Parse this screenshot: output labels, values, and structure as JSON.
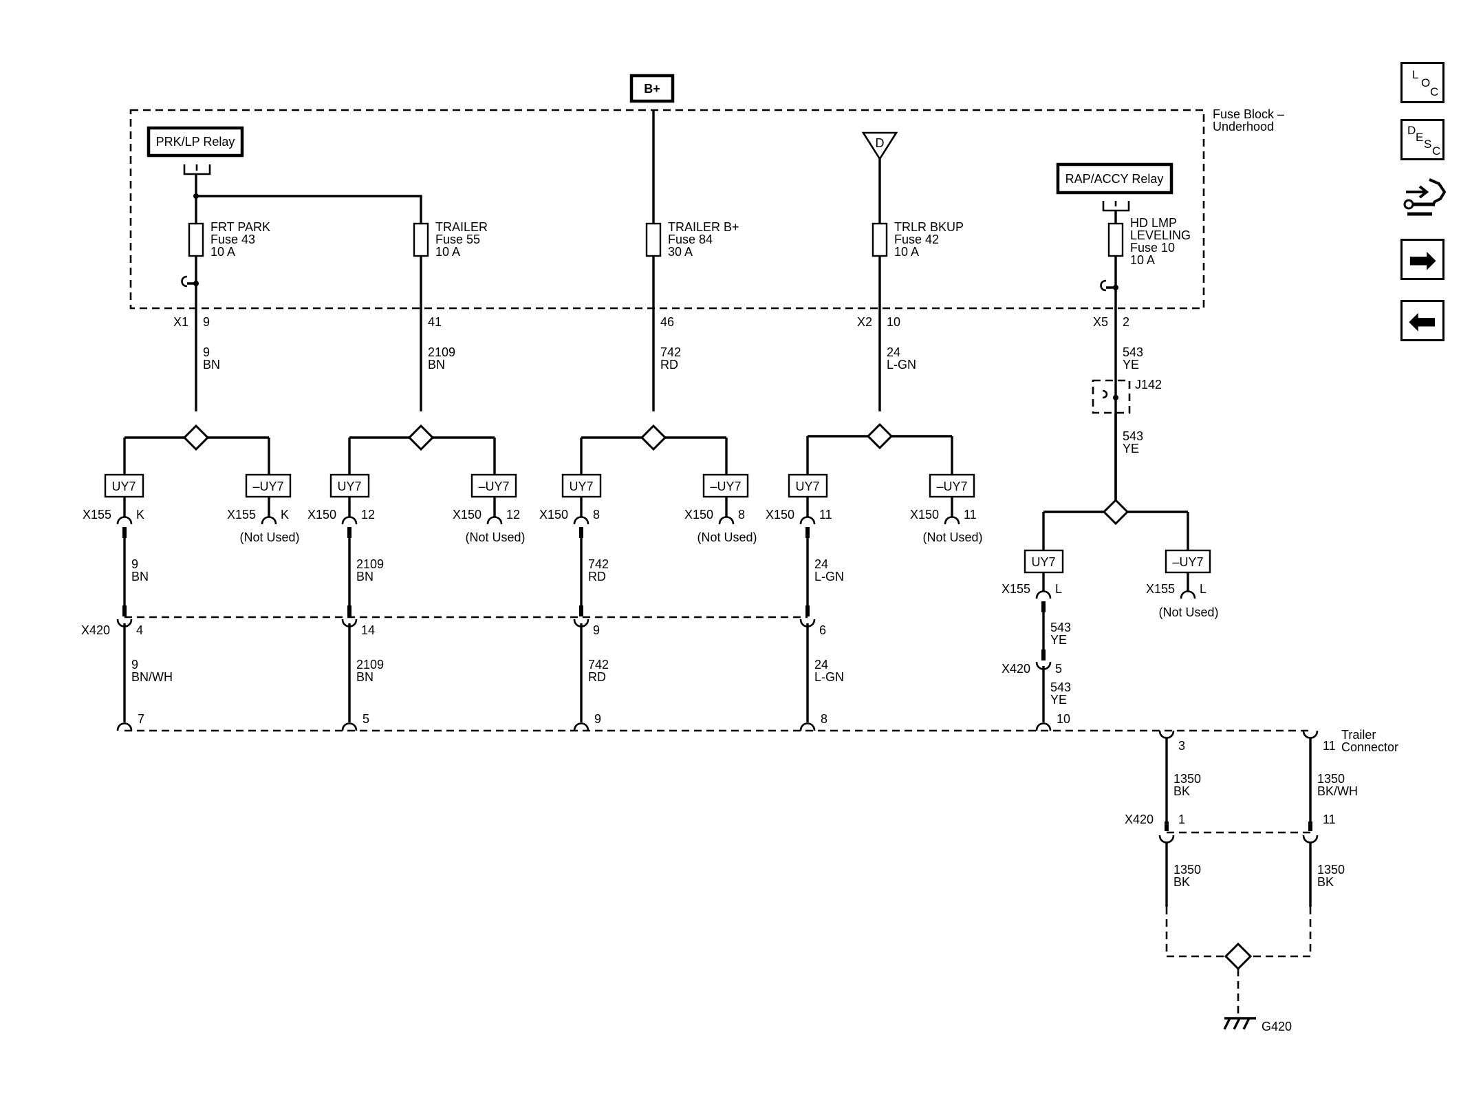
{
  "source": {
    "label": "B+"
  },
  "fuse_block": {
    "title_line1": "Fuse Block –",
    "title_line2": "Underhood"
  },
  "relays": {
    "prk_lp": "PRK/LP Relay",
    "rap_accy": "RAP/ACCY Relay"
  },
  "d_symbol": "D",
  "fuses": [
    {
      "name": "FRT PARK",
      "line2": "Fuse 43",
      "line3": "10 A"
    },
    {
      "name": "TRAILER",
      "line2": "Fuse 55",
      "line3": "10 A"
    },
    {
      "name": "TRAILER B+",
      "line2": "Fuse 84",
      "line3": "30 A"
    },
    {
      "name": "TRLR BKUP",
      "line2": "Fuse 42",
      "line3": "10 A"
    },
    {
      "name": "HD LMP",
      "line2": "LEVELING",
      "line3": "Fuse 10",
      "line4": "10 A"
    }
  ],
  "block_connectors": [
    {
      "conn": "X1",
      "pin": "9"
    },
    {
      "conn": "",
      "pin": "41"
    },
    {
      "conn": "",
      "pin": "46"
    },
    {
      "conn": "X2",
      "pin": "10"
    },
    {
      "conn": "X5",
      "pin": "2"
    }
  ],
  "wires_top": [
    {
      "circuit": "9",
      "color": "BN"
    },
    {
      "circuit": "2109",
      "color": "BN"
    },
    {
      "circuit": "742",
      "color": "RD"
    },
    {
      "circuit": "24",
      "color": "L-GN"
    },
    {
      "circuit": "543",
      "color": "YE"
    }
  ],
  "splice": {
    "name": "J142",
    "circuit": "543",
    "color": "YE"
  },
  "options": {
    "with": "UY7",
    "without": "–UY7",
    "not_used": "(Not Used)"
  },
  "option_connectors": [
    {
      "with_conn": "X155",
      "with_pin": "K",
      "without_conn": "X155",
      "without_pin": "K"
    },
    {
      "with_conn": "X150",
      "with_pin": "12",
      "without_conn": "X150",
      "without_pin": "12"
    },
    {
      "with_conn": "X150",
      "with_pin": "8",
      "without_conn": "X150",
      "without_pin": "8"
    },
    {
      "with_conn": "X150",
      "with_pin": "11",
      "without_conn": "X150",
      "without_pin": "11"
    },
    {
      "with_conn": "X155",
      "with_pin": "L",
      "without_conn": "X155",
      "without_pin": "L"
    }
  ],
  "wires_mid": [
    {
      "circuit": "9",
      "color": "BN"
    },
    {
      "circuit": "2109",
      "color": "BN"
    },
    {
      "circuit": "742",
      "color": "RD"
    },
    {
      "circuit": "24",
      "color": "L-GN"
    },
    {
      "circuit": "543",
      "color": "YE"
    }
  ],
  "x420": {
    "label": "X420",
    "pins": [
      "4",
      "14",
      "9",
      "6",
      "5"
    ],
    "wires": [
      {
        "circuit": "9",
        "color": "BN/WH"
      },
      {
        "circuit": "2109",
        "color": "BN"
      },
      {
        "circuit": "742",
        "color": "RD"
      },
      {
        "circuit": "24",
        "color": "L-GN"
      },
      {
        "circuit": "543",
        "color": "YE"
      }
    ]
  },
  "trailer_connector": {
    "line1": "Trailer",
    "line2": "Connector",
    "pins": [
      "7",
      "5",
      "9",
      "8",
      "10",
      "3",
      "11"
    ]
  },
  "ground_wires_top": [
    {
      "circuit": "1350",
      "color": "BK"
    },
    {
      "circuit": "1350",
      "color": "BK/WH"
    }
  ],
  "x420_ground": {
    "label": "X420",
    "pins": [
      "1",
      "11"
    ]
  },
  "ground_wires_bottom": [
    {
      "circuit": "1350",
      "color": "BK"
    },
    {
      "circuit": "1350",
      "color": "BK"
    }
  ],
  "ground": {
    "label": "G420"
  },
  "nav": {
    "loc": [
      "L",
      "O",
      "C"
    ],
    "desc": [
      "D",
      "E",
      "S",
      "C"
    ]
  }
}
